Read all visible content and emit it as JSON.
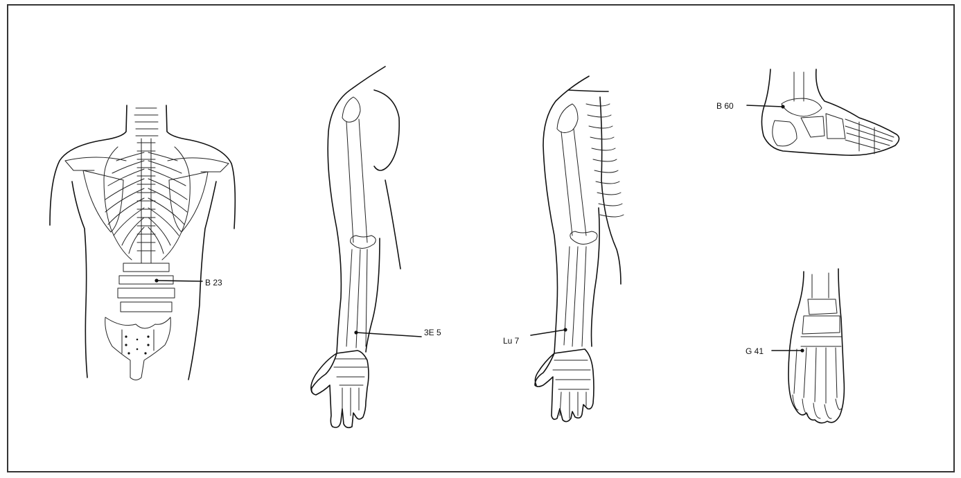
{
  "figure": {
    "points": [
      {
        "id": "b23",
        "label": "B 23"
      },
      {
        "id": "3e5",
        "label": "3E 5"
      },
      {
        "id": "lu7",
        "label": "Lu 7"
      },
      {
        "id": "b60",
        "label": "B 60"
      },
      {
        "id": "g41",
        "label": "G 41"
      }
    ]
  }
}
